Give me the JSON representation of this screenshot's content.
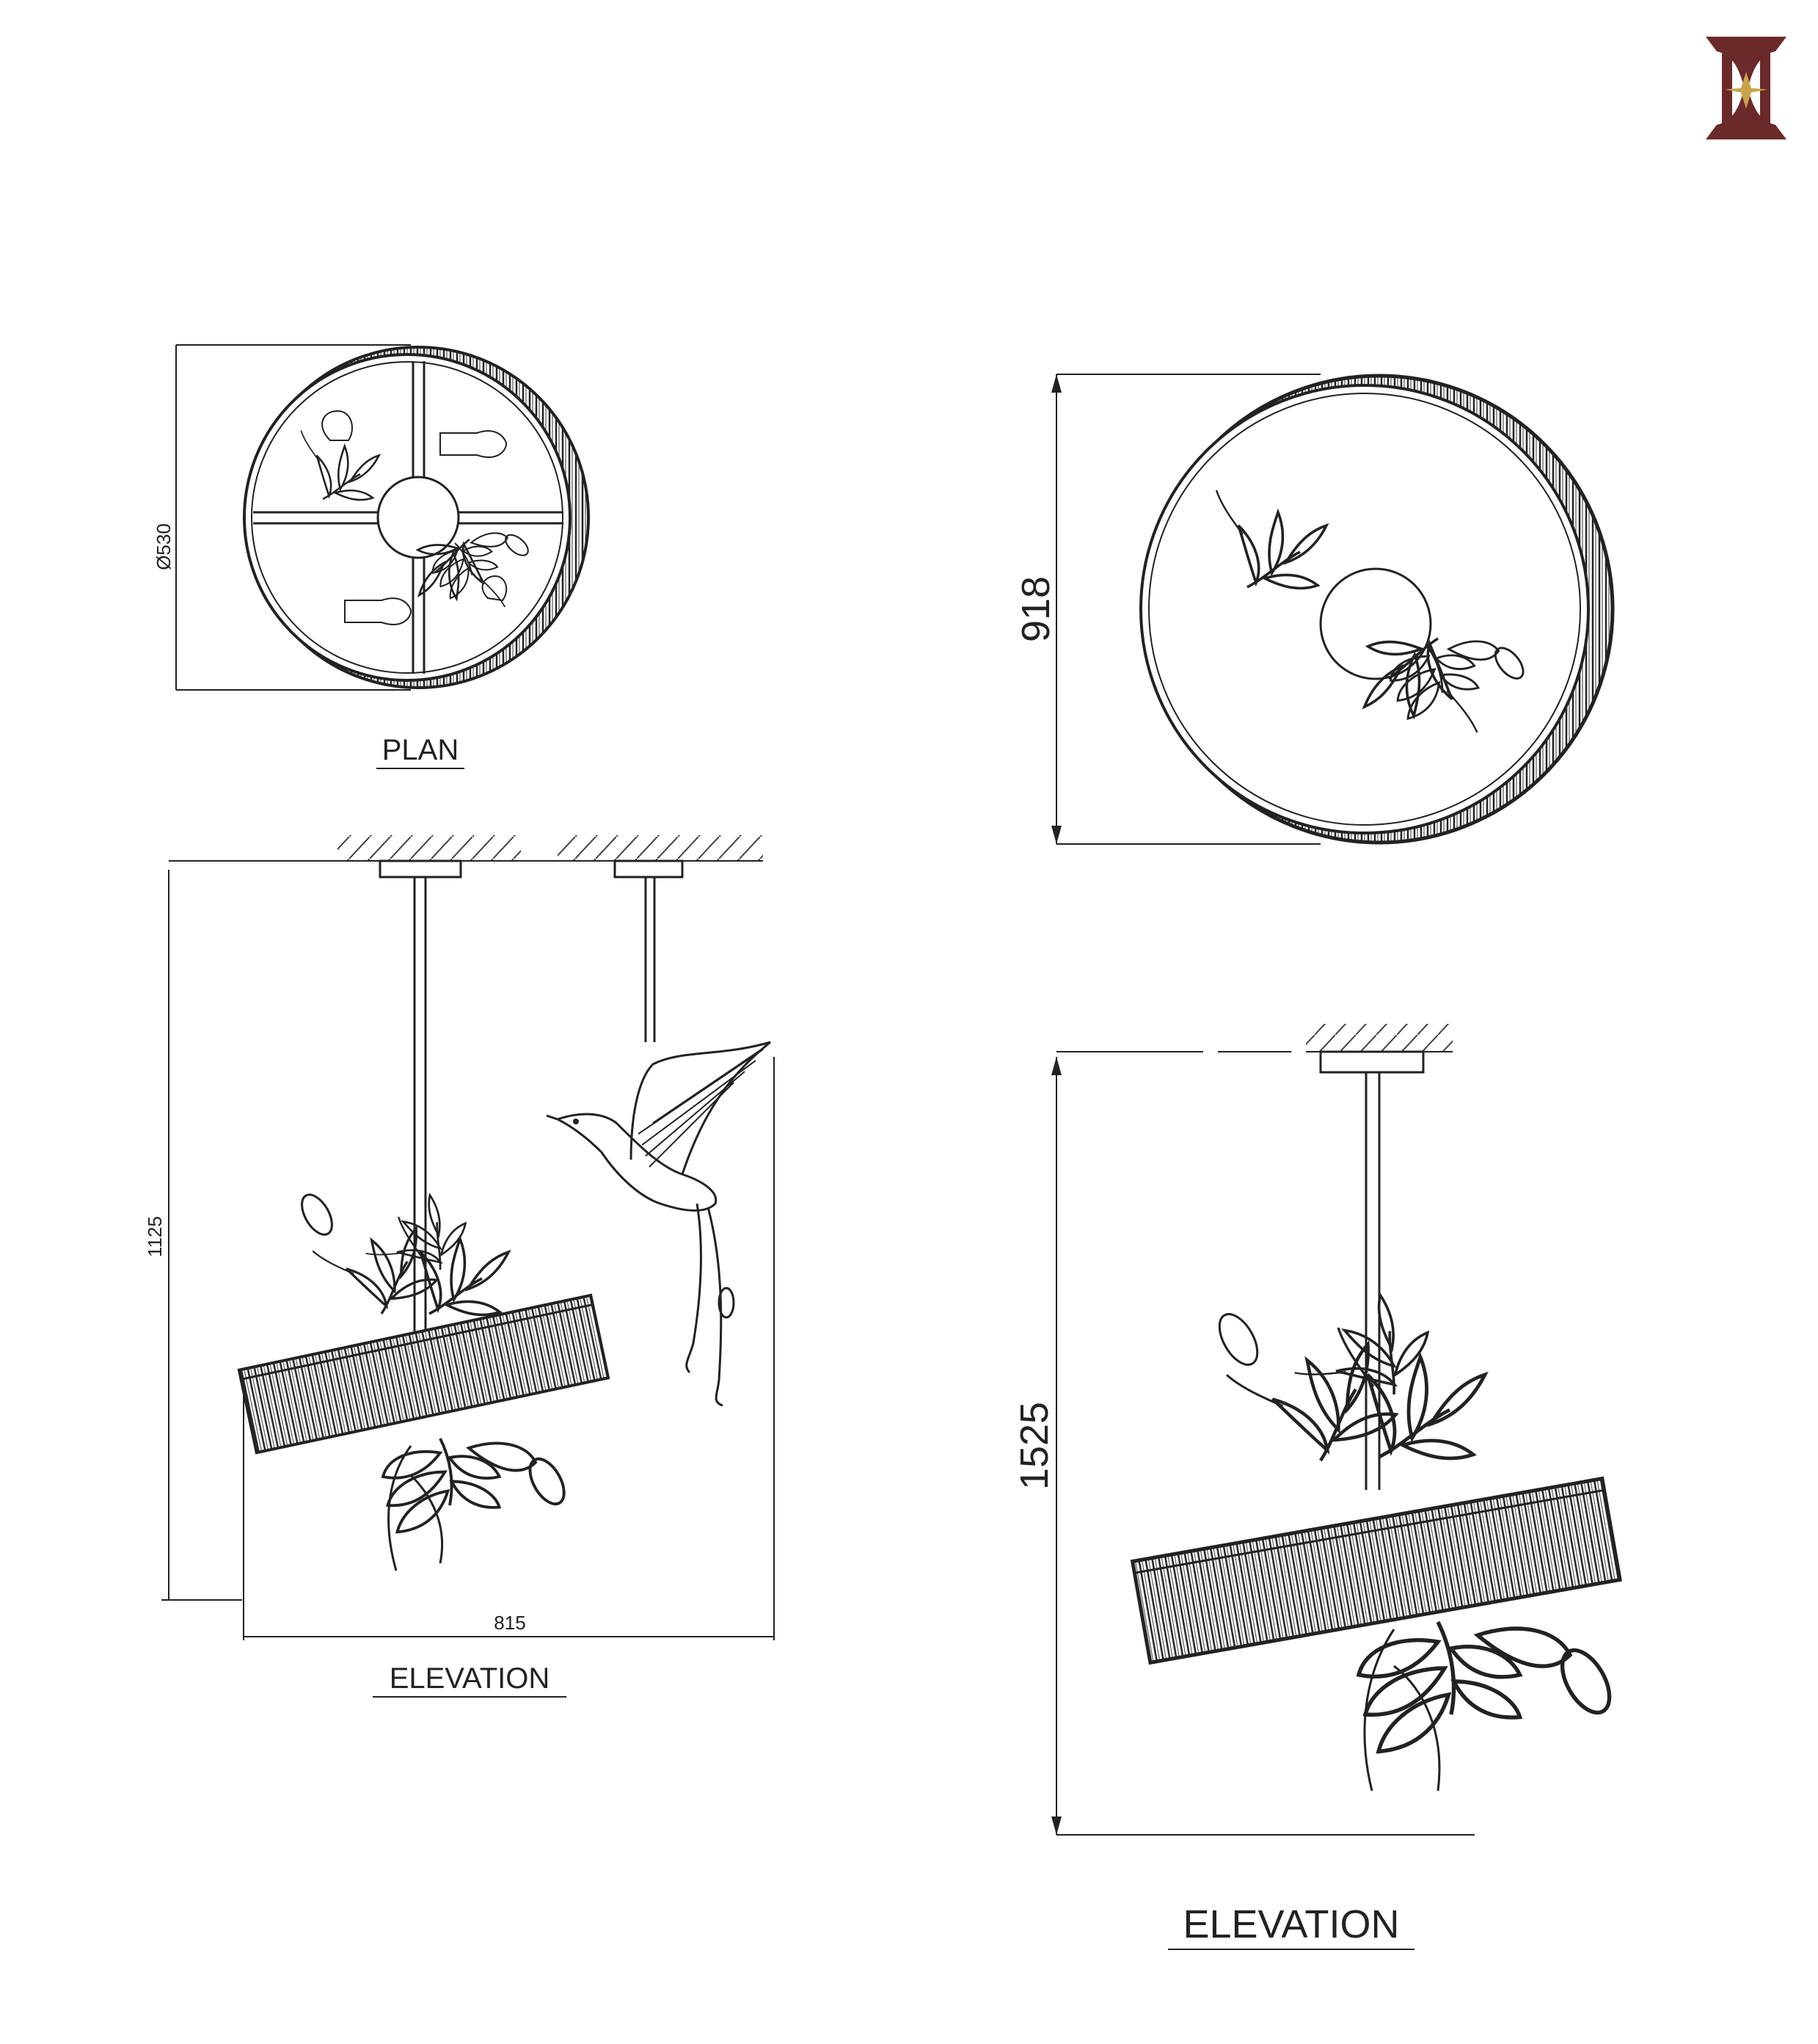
{
  "logo": {
    "icon": "brand-monogram-icon",
    "colors": {
      "maroon": "#6b2a2a",
      "gold": "#c9a24a"
    }
  },
  "plan_small": {
    "label": "PLAN",
    "diameter_dim": "Ø530"
  },
  "elevation_small": {
    "label": "ELEVATION",
    "height_dim": "1125",
    "width_dim": "815"
  },
  "plan_large": {
    "height_dim": "918"
  },
  "elevation_large": {
    "label": "ELEVATION",
    "height_dim": "1525"
  }
}
